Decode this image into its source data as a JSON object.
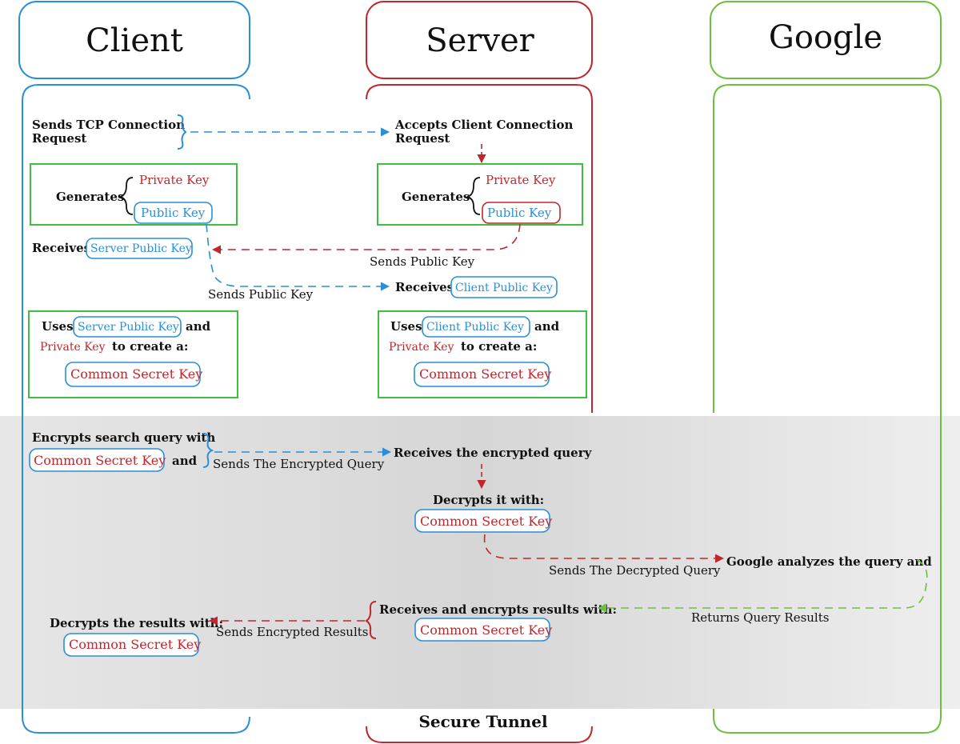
{
  "columns": {
    "client": "Client",
    "server": "Server",
    "google": "Google"
  },
  "client": {
    "sends_tcp_line1": "Sends TCP Connection",
    "sends_tcp_line2": "Request",
    "generates": "Generates",
    "private_key": "Private Key",
    "public_key": "Public Key",
    "receives": "Receives",
    "server_public_key": "Server Public Key",
    "uses": "Uses",
    "uses_key": "Server Public Key",
    "and": "and",
    "private_key2": "Private Key",
    "to_create": "to create a:",
    "common_secret_key": "Common Secret Key",
    "encrypts_line1": "Encrypts search query with",
    "encrypts_key": "Common Secret Key",
    "encrypts_and": "and",
    "decrypts_results": "Decrypts the results with:",
    "decrypts_key": "Common Secret Key"
  },
  "server": {
    "accepts_line1": "Accepts Client Connection",
    "accepts_line2": "Request",
    "generates": "Generates",
    "private_key": "Private Key",
    "public_key": "Public Key",
    "receives": "Receives",
    "client_public_key": "Client Public Key",
    "uses": "Uses",
    "uses_key": "Client Public Key",
    "and": "and",
    "private_key2": "Private Key",
    "to_create": "to create a:",
    "common_secret_key": "Common Secret Key",
    "receives_encrypted": "Receives the encrypted query",
    "decrypts_with": "Decrypts it with:",
    "decrypts_key": "Common Secret Key",
    "receives_encrypts_results": "Receives and encrypts results with:",
    "results_key": "Common Secret Key"
  },
  "google": {
    "analyzes": "Google analyzes the query and"
  },
  "arrows": {
    "sends_public_key_server": "Sends Public Key",
    "sends_public_key_client": "Sends Public Key",
    "sends_encrypted_query": "Sends The Encrypted Query",
    "sends_decrypted_query": "Sends The Decrypted Query",
    "returns_query_results": "Returns Query Results",
    "sends_encrypted_results": "Sends Encrypted Results"
  },
  "tunnel_label": "Secure Tunnel",
  "colors": {
    "client": "#2a8fd6",
    "server": "#c0272d",
    "google": "#6cbf3f",
    "box": "#3fbf3f",
    "tunnel": "#e6e6e6"
  }
}
